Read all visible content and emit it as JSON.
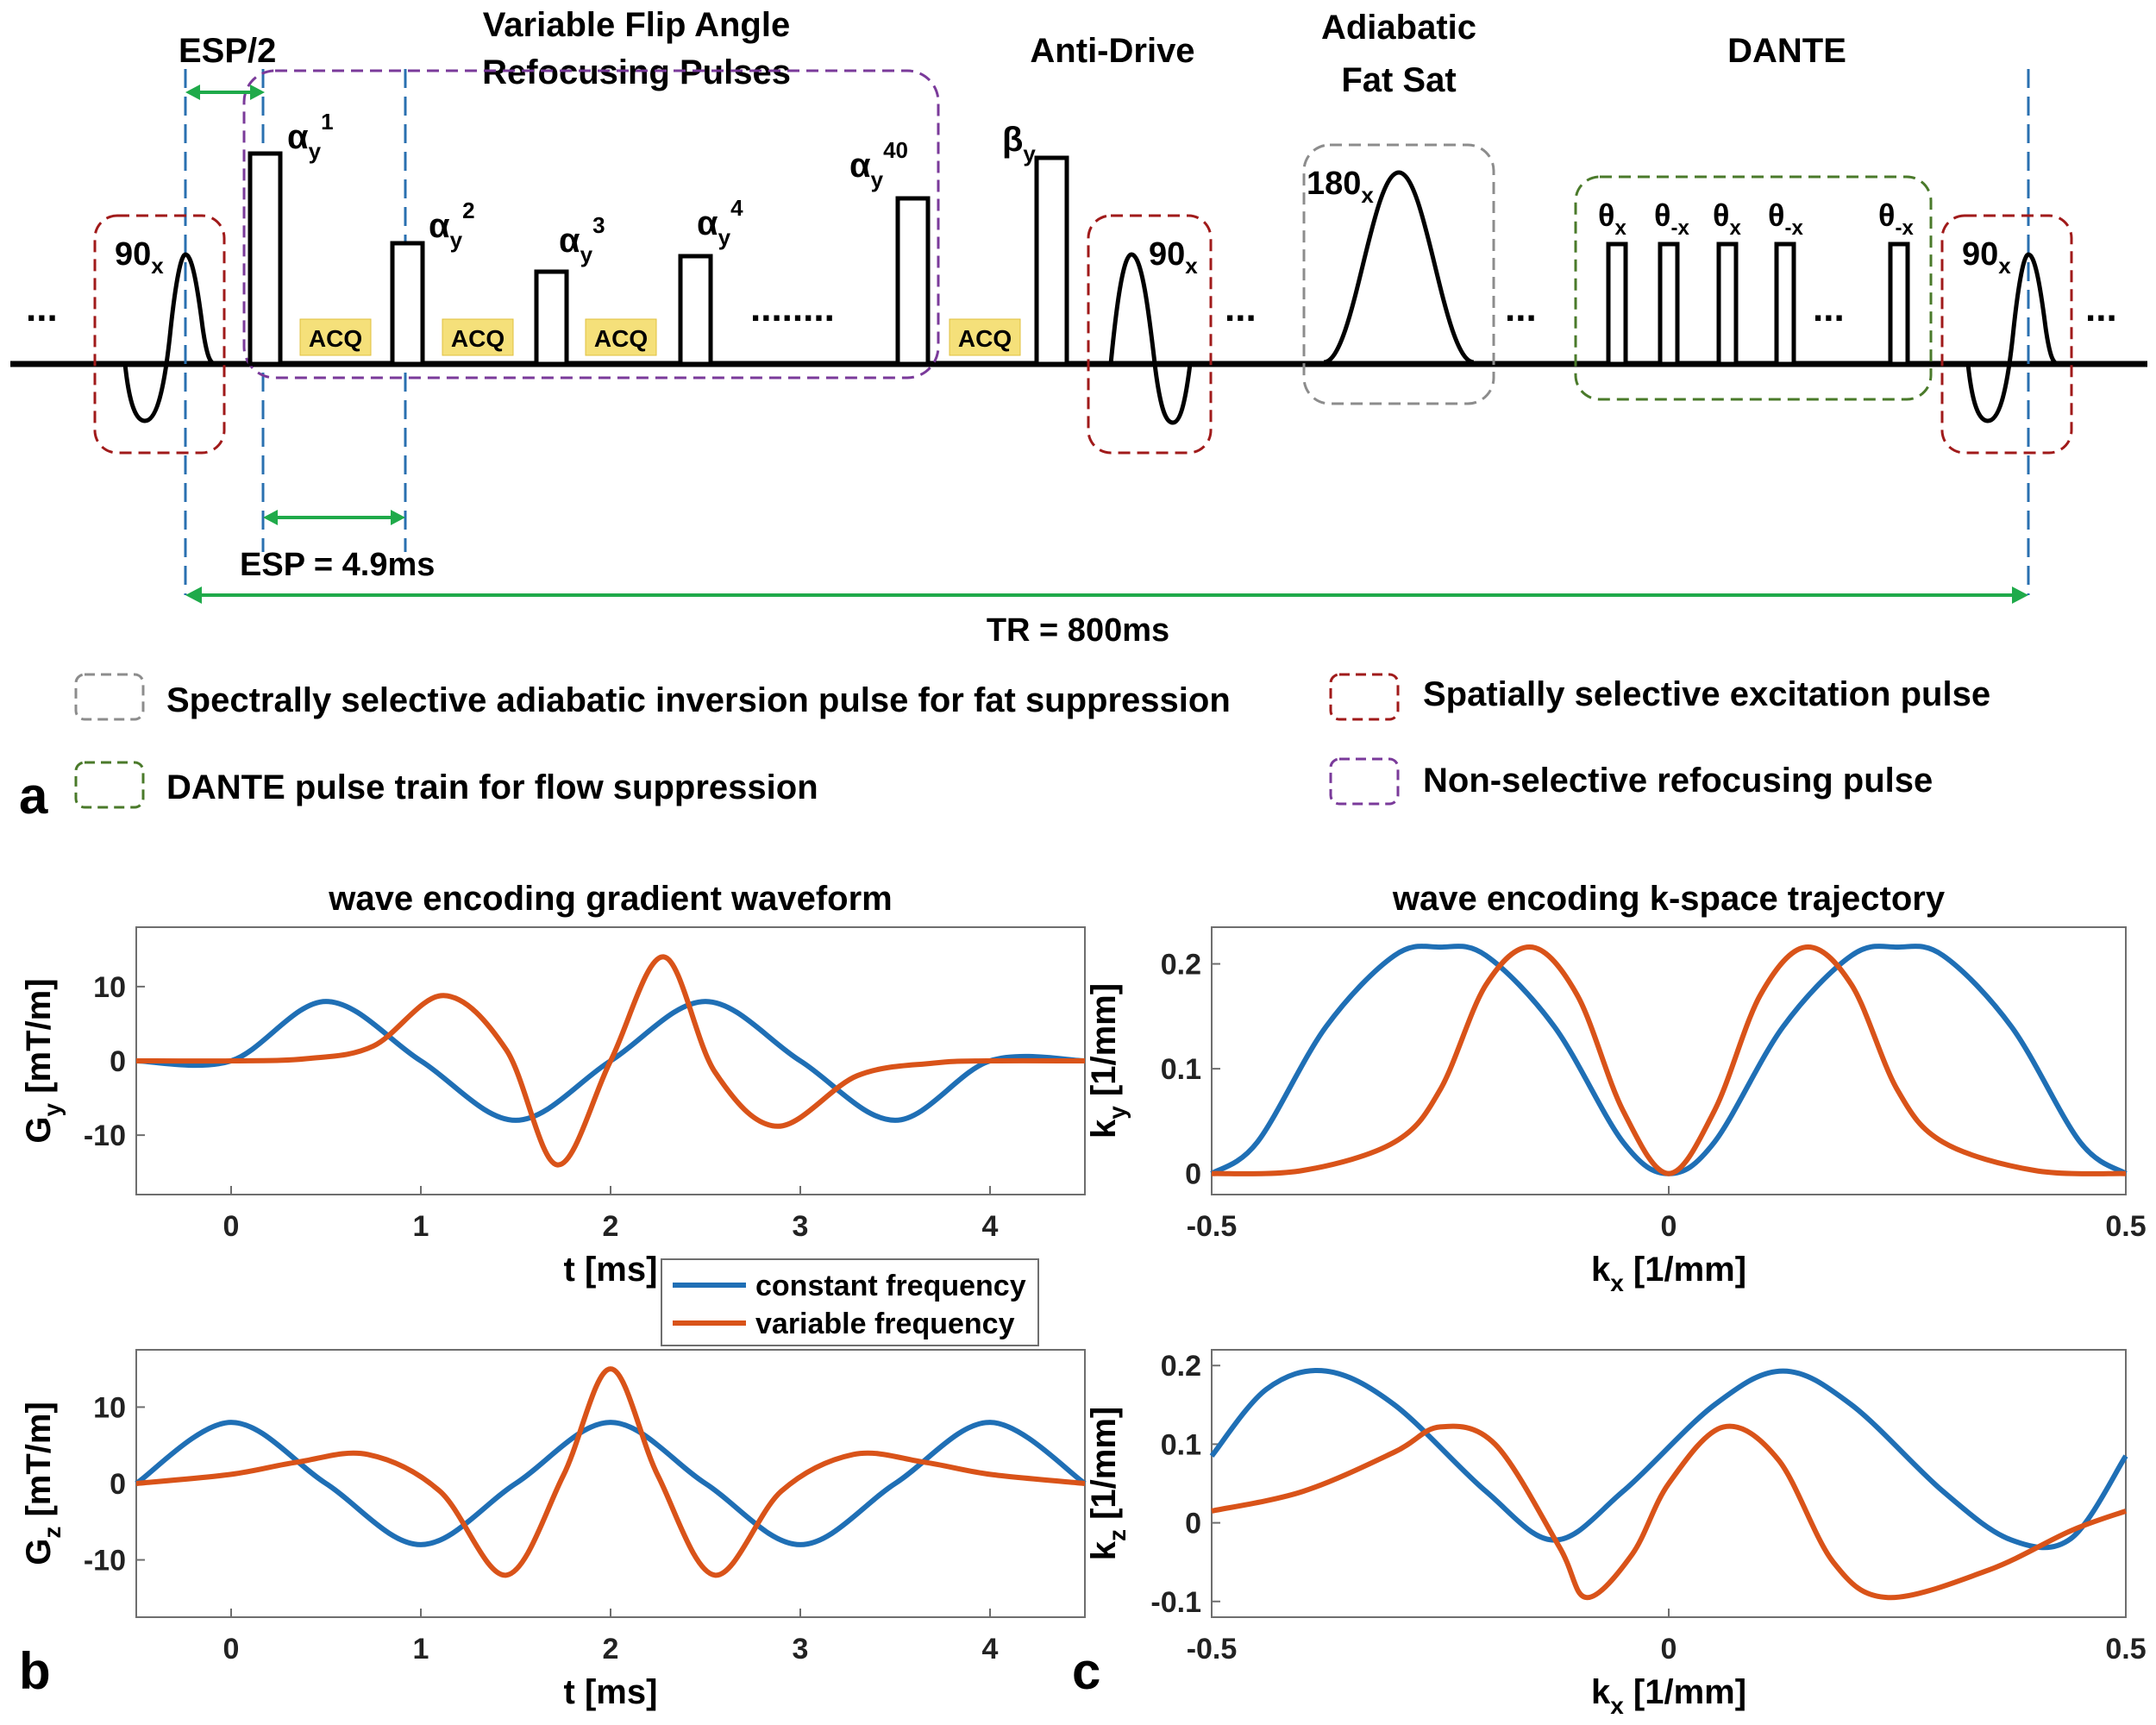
{
  "panel_letters": {
    "a": "a",
    "b": "b",
    "c": "c"
  },
  "sequence": {
    "headers": {
      "esp_half": "ESP/2",
      "vfa_line1": "Variable Flip Angle",
      "vfa_line2": "Refocusing Pulses",
      "anti_drive": "Anti-Drive",
      "fatsat_line1": "Adiabatic",
      "fatsat_line2": "Fat Sat",
      "dante": "DANTE"
    },
    "ellipsis": "...",
    "long_ellipsis": "........",
    "pulses": {
      "exc_base": "90",
      "exc_sub": "x",
      "alpha": "α",
      "alpha_sub": "y",
      "alpha_sups": [
        "1",
        "2",
        "3",
        "4",
        "40"
      ],
      "beta": "β",
      "beta_sub": "y",
      "fatsat_base": "180",
      "fatsat_sub": "x",
      "dante_base": "θ",
      "dante_subs": [
        "x",
        "-x",
        "x",
        "-x",
        "-x"
      ]
    },
    "acq_label": "ACQ",
    "esp_label": "ESP = 4.9ms",
    "tr_label": "TR = 800ms",
    "legend": [
      {
        "text": "Spectrally selective adiabatic inversion pulse for fat suppression",
        "color": "#8c8c8c"
      },
      {
        "text": "Spatially selective excitation pulse",
        "color": "#a01a1a"
      },
      {
        "text": "DANTE pulse train for flow suppression",
        "color": "#4a7a2a"
      },
      {
        "text": "Non-selective refocusing pulse",
        "color": "#7a3a9a"
      }
    ],
    "colors": {
      "excitation": "#a01a1a",
      "refocusing": "#7a3a9a",
      "fatsat": "#8c8c8c",
      "dante": "#4a7a2a",
      "arrows": "#1faa4a",
      "dash_lines": "#2a70b0",
      "acq_fill": "#f5e07a"
    }
  },
  "chart_data": [
    {
      "type": "line",
      "id": "gy",
      "title": "wave encoding gradient waveform",
      "xlabel": "t [ms]",
      "ylabel_base": "G",
      "ylabel_sub": "y",
      "ylabel_unit": "[mT/m]",
      "xlim": [
        -0.5,
        4.5
      ],
      "ylim": [
        -18,
        18
      ],
      "xticks": [
        0,
        1,
        2,
        3,
        4
      ],
      "yticks": [
        -10,
        0,
        10
      ],
      "series": [
        {
          "name": "constant frequency",
          "color": "#1f6fb5",
          "x": [
            -0.5,
            0,
            0.5,
            1,
            1.5,
            2,
            2.5,
            3,
            3.5,
            4,
            4.5
          ],
          "y": [
            0,
            0,
            8,
            0,
            -8,
            0,
            8,
            0,
            -8,
            0,
            0
          ]
        },
        {
          "name": "variable frequency",
          "color": "#d95319",
          "x": [
            -0.5,
            0,
            0.4,
            0.75,
            1.12,
            1.45,
            1.72,
            2,
            2.28,
            2.55,
            2.88,
            3.3,
            3.7,
            4,
            4.5
          ],
          "y": [
            0,
            0,
            0.3,
            2,
            8.8,
            1.5,
            -14,
            0,
            14,
            -1.5,
            -8.8,
            -2,
            -0.3,
            0,
            0
          ]
        }
      ]
    },
    {
      "type": "line",
      "id": "gz",
      "xlabel": "t [ms]",
      "ylabel_base": "G",
      "ylabel_sub": "z",
      "ylabel_unit": "[mT/m]",
      "xlim": [
        -0.5,
        4.5
      ],
      "ylim": [
        -17.5,
        17.5
      ],
      "xticks": [
        0,
        1,
        2,
        3,
        4
      ],
      "yticks": [
        -10,
        0,
        10
      ],
      "series": [
        {
          "name": "constant frequency",
          "color": "#1f6fb5",
          "x": [
            -0.5,
            0,
            0.5,
            1,
            1.5,
            2,
            2.5,
            3,
            3.5,
            4,
            4.5
          ],
          "y": [
            0,
            8,
            0,
            -8,
            0,
            8,
            0,
            -8,
            0,
            8,
            0
          ]
        },
        {
          "name": "variable frequency",
          "color": "#d95319",
          "x": [
            -0.5,
            0,
            0.35,
            0.72,
            1.1,
            1.45,
            1.75,
            2,
            2.25,
            2.55,
            2.9,
            3.28,
            3.65,
            4,
            4.5
          ],
          "y": [
            0,
            1.2,
            2.8,
            3.8,
            -1,
            -12,
            1,
            15,
            1,
            -12,
            -1,
            3.8,
            2.8,
            1.2,
            0
          ]
        }
      ]
    },
    {
      "type": "line",
      "id": "ky",
      "title": "wave encoding k-space trajectory",
      "xlabel_base": "k",
      "xlabel_sub": "x",
      "xlabel_unit": "[1/mm]",
      "ylabel_base": "k",
      "ylabel_sub": "y",
      "ylabel_unit": "[1/mm]",
      "xlim": [
        -0.5,
        0.5
      ],
      "ylim": [
        -0.02,
        0.235
      ],
      "xticks": [
        -0.5,
        0,
        0.5
      ],
      "yticks": [
        0,
        0.1,
        0.2
      ],
      "series": [
        {
          "name": "constant frequency",
          "color": "#1f6fb5",
          "x": [
            -0.5,
            -0.45,
            -0.375,
            -0.3,
            -0.25,
            -0.2,
            -0.125,
            -0.05,
            0,
            0.05,
            0.125,
            0.2,
            0.25,
            0.3,
            0.375,
            0.45,
            0.5
          ],
          "y": [
            0,
            0.03,
            0.14,
            0.208,
            0.216,
            0.208,
            0.14,
            0.03,
            0,
            0.03,
            0.14,
            0.208,
            0.216,
            0.208,
            0.14,
            0.03,
            0
          ]
        },
        {
          "name": "variable frequency",
          "color": "#d95319",
          "x": [
            -0.5,
            -0.4,
            -0.3,
            -0.25,
            -0.2,
            -0.15,
            -0.1,
            -0.05,
            0,
            0.05,
            0.1,
            0.15,
            0.2,
            0.25,
            0.3,
            0.4,
            0.5
          ],
          "y": [
            0,
            0.003,
            0.03,
            0.08,
            0.18,
            0.216,
            0.17,
            0.06,
            0,
            0.06,
            0.17,
            0.216,
            0.18,
            0.08,
            0.03,
            0.003,
            0
          ]
        }
      ]
    },
    {
      "type": "line",
      "id": "kz",
      "xlabel_base": "k",
      "xlabel_sub": "x",
      "xlabel_unit": "[1/mm]",
      "ylabel_base": "k",
      "ylabel_sub": "z",
      "ylabel_unit": "[1/mm]",
      "xlim": [
        -0.5,
        0.5
      ],
      "ylim": [
        -0.12,
        0.22
      ],
      "xticks": [
        -0.5,
        0,
        0.5
      ],
      "yticks": [
        -0.1,
        0,
        0.1,
        0.2
      ],
      "series": [
        {
          "name": "constant frequency",
          "color": "#1f6fb5",
          "x": [
            -0.5,
            -0.44,
            -0.375,
            -0.3,
            -0.2,
            -0.125,
            -0.05,
            0.05,
            0.125,
            0.2,
            0.3,
            0.375,
            0.44,
            0.5
          ],
          "y": [
            0.085,
            0.17,
            0.193,
            0.15,
            0.04,
            -0.022,
            0.04,
            0.15,
            0.193,
            0.15,
            0.04,
            -0.022,
            -0.02,
            0.085
          ]
        },
        {
          "name": "variable frequency",
          "color": "#d95319",
          "x": [
            -0.5,
            -0.4,
            -0.3,
            -0.25,
            -0.19,
            -0.12,
            -0.09,
            -0.04,
            0,
            0.06,
            0.12,
            0.18,
            0.24,
            0.35,
            0.44,
            0.5
          ],
          "y": [
            0.015,
            0.04,
            0.09,
            0.122,
            0.1,
            -0.03,
            -0.095,
            -0.04,
            0.05,
            0.122,
            0.08,
            -0.05,
            -0.095,
            -0.06,
            -0.01,
            0.015
          ]
        }
      ]
    }
  ],
  "legend_chart": [
    "constant frequency",
    "variable frequency"
  ]
}
